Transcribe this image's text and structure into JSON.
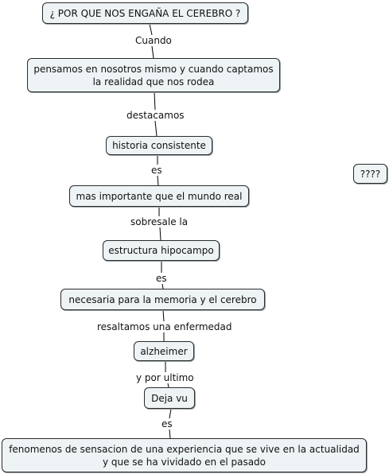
{
  "diagram": {
    "concepts": {
      "root": "¿ POR QUE NOS ENGAÑA EL CEREBRO ?",
      "pensamos": "pensamos en nosotros mismo y cuando captamos\nla realidad que nos rodea",
      "historia": "historia consistente",
      "importante": "mas importante que el mundo real",
      "estructura": "estructura hipocampo",
      "necesaria": "necesaria para la  memoria y el cerebro",
      "alzheimer": "alzheimer",
      "dejavu": "Deja vu",
      "fenomenos": "fenomenos de sensacion de una experiencia que se vive en la actualidad\ny que se ha vividado en el pasado",
      "unknown": "????"
    },
    "link_labels": {
      "cuando": "Cuando",
      "destacamos": "destacamos",
      "es1": "es",
      "sobresale": "sobresale la",
      "es2": "es",
      "resaltamos": "resaltamos una enfermedad",
      "por_ultimo": "y por ultimo",
      "es3": "es"
    }
  }
}
